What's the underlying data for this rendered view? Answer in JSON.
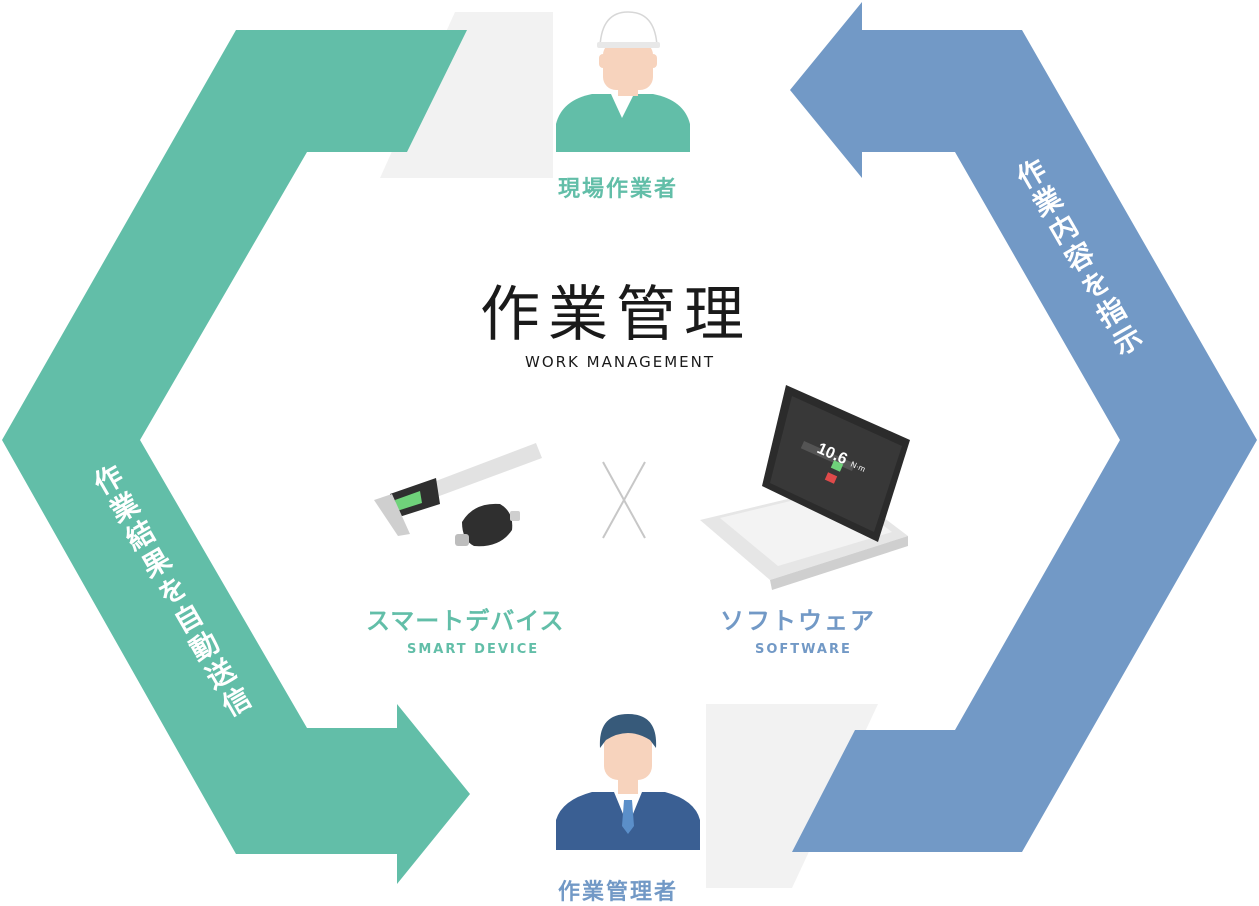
{
  "title": {
    "ja": "作業管理",
    "en": "WORK MANAGEMENT"
  },
  "roles": {
    "field_worker": "現場作業者",
    "manager": "作業管理者"
  },
  "arrows": {
    "left_text": "作業結果を自動送信",
    "right_text": "作業内容を指示"
  },
  "products": {
    "device": {
      "ja": "スマートデバイス",
      "en": "SMART DEVICE"
    },
    "software": {
      "ja": "ソフトウェア",
      "en": "SOFTWARE"
    },
    "combine_symbol": "×"
  },
  "laptop_screen": {
    "value": "10.6",
    "unit": "N·m"
  },
  "colors": {
    "green": "#62bea8",
    "blue": "#7299c6",
    "gray": "#f2f2f2",
    "dark": "#1a1a1a",
    "skin": "#f7d3bd",
    "hair": "#375a7a",
    "suit": "#3a5f93"
  }
}
